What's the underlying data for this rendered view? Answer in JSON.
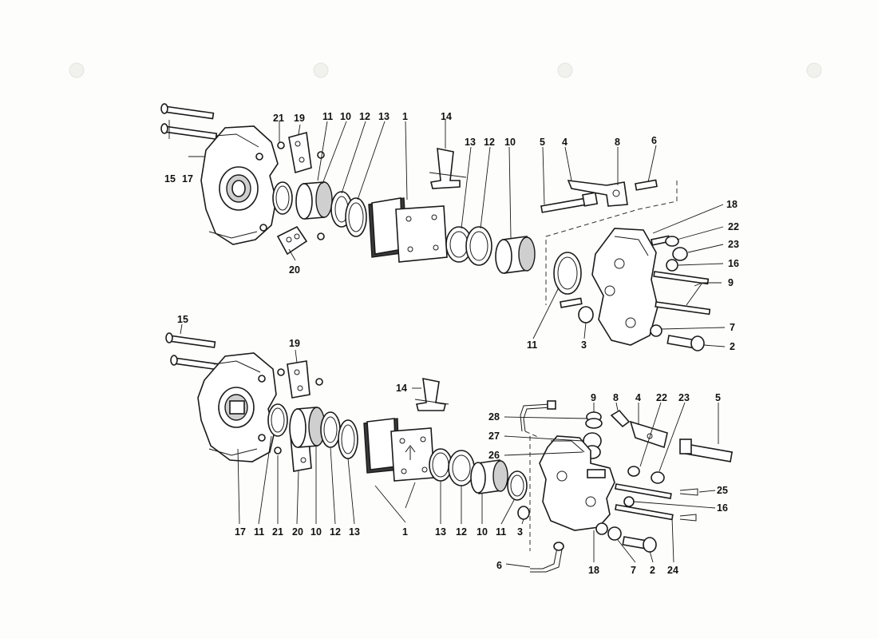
{
  "colors": {
    "background": "#fdfdfb",
    "ink": "#1a1a1a"
  },
  "top_callouts": {
    "c15": "15",
    "c17": "17",
    "c21": "21",
    "c19": "19",
    "c20": "20",
    "c11a": "11",
    "c10a": "10",
    "c12a": "12",
    "c13a": "13",
    "c1": "1",
    "c14": "14",
    "c13b": "13",
    "c12b": "12",
    "c10b": "10",
    "c5": "5",
    "c4": "4",
    "c8": "8",
    "c6": "6",
    "c18": "18",
    "c22": "22",
    "c23": "23",
    "c16": "16",
    "c9": "9",
    "c7": "7",
    "c2": "2",
    "c11b": "11",
    "c3": "3"
  },
  "bottom_callouts": {
    "c15": "15",
    "c19": "19",
    "c14": "14",
    "c9": "9",
    "c8": "8",
    "c4": "4",
    "c22": "22",
    "c23": "23",
    "c5": "5",
    "c28": "28",
    "c27": "27",
    "c26": "26",
    "c25": "25",
    "c16": "16",
    "c17": "17",
    "c11a": "11",
    "c21": "21",
    "c20": "20",
    "c10a": "10",
    "c12a": "12",
    "c13a": "13",
    "c1": "1",
    "c13b": "13",
    "c12b": "12",
    "c10b": "10",
    "c11b": "11",
    "c3": "3",
    "c18": "18",
    "c7": "7",
    "c2": "2",
    "c24": "24",
    "c6": "6"
  }
}
